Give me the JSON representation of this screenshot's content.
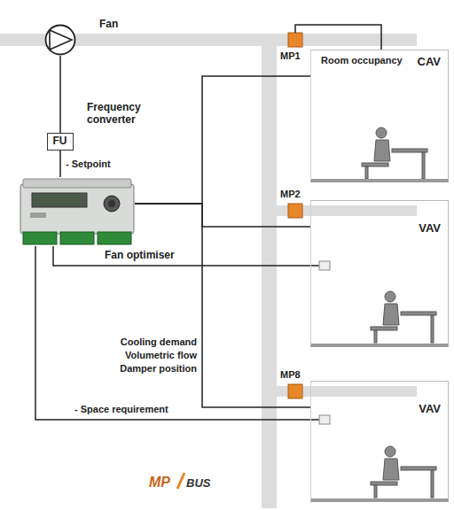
{
  "diagram": {
    "nodes": [
      {
        "text": [
          "Fan"
        ]
      },
      {
        "text": [
          "FU",
          "Frequency converter"
        ]
      },
      {
        "text": [
          "Fan optimiser"
        ]
      },
      {
        "text": [
          "CAV"
        ]
      },
      {
        "text": [
          "VAV"
        ]
      },
      {
        "text": [
          "VAV"
        ]
      }
    ],
    "edges": [
      {
        "from": 0,
        "to": 1,
        "arrow": "none"
      },
      {
        "from": 1,
        "to": 2,
        "label": "- Setpoint",
        "arrow": "none"
      },
      {
        "from": 2,
        "to": 3,
        "arrow": "none"
      },
      {
        "from": 2,
        "to": 4,
        "arrow": "none"
      },
      {
        "from": 2,
        "to": 5,
        "arrow": "none"
      }
    ],
    "labels": [
      "Room occupancy",
      "MP1",
      "MP2",
      "MP8",
      "Cooling demand",
      "Volumetric flow",
      "Damper position",
      "- Space requirement",
      "MP",
      "BUS"
    ]
  }
}
